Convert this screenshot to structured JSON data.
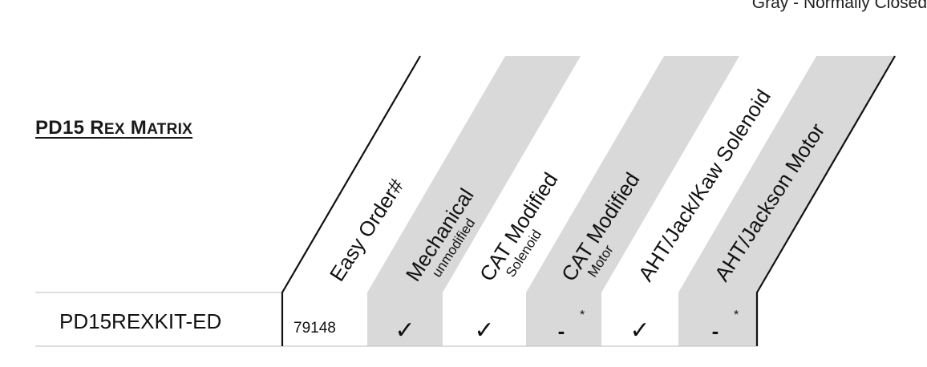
{
  "legend": {
    "note": "Gray - Normally Closed"
  },
  "title": {
    "first": "PD15 R",
    "sc1": "EX",
    "mid": " M",
    "sc2": "ATRIX"
  },
  "colors": {
    "shade": "#d9d9d9",
    "line": "#111111",
    "row_line": "#bdbdbd"
  },
  "columns": [
    {
      "main": "Easy Order#",
      "sub": ""
    },
    {
      "main": "Mechanical",
      "sub": "unmodified"
    },
    {
      "main": "CAT Modified",
      "sub": "Solenoid"
    },
    {
      "main": "CAT Modified",
      "sub": "Motor"
    },
    {
      "main": "AHT/Jack/Kaw Solenoid",
      "sub": ""
    },
    {
      "main": "AHT/Jackson Motor",
      "sub": ""
    }
  ],
  "rows": [
    {
      "model": "PD15REXKIT-ED",
      "order": "79148",
      "cells": [
        {
          "mark": "✓",
          "note": ""
        },
        {
          "mark": "✓",
          "note": ""
        },
        {
          "mark": "-",
          "note": "*"
        },
        {
          "mark": "✓",
          "note": ""
        },
        {
          "mark": "-",
          "note": "*"
        }
      ]
    }
  ]
}
